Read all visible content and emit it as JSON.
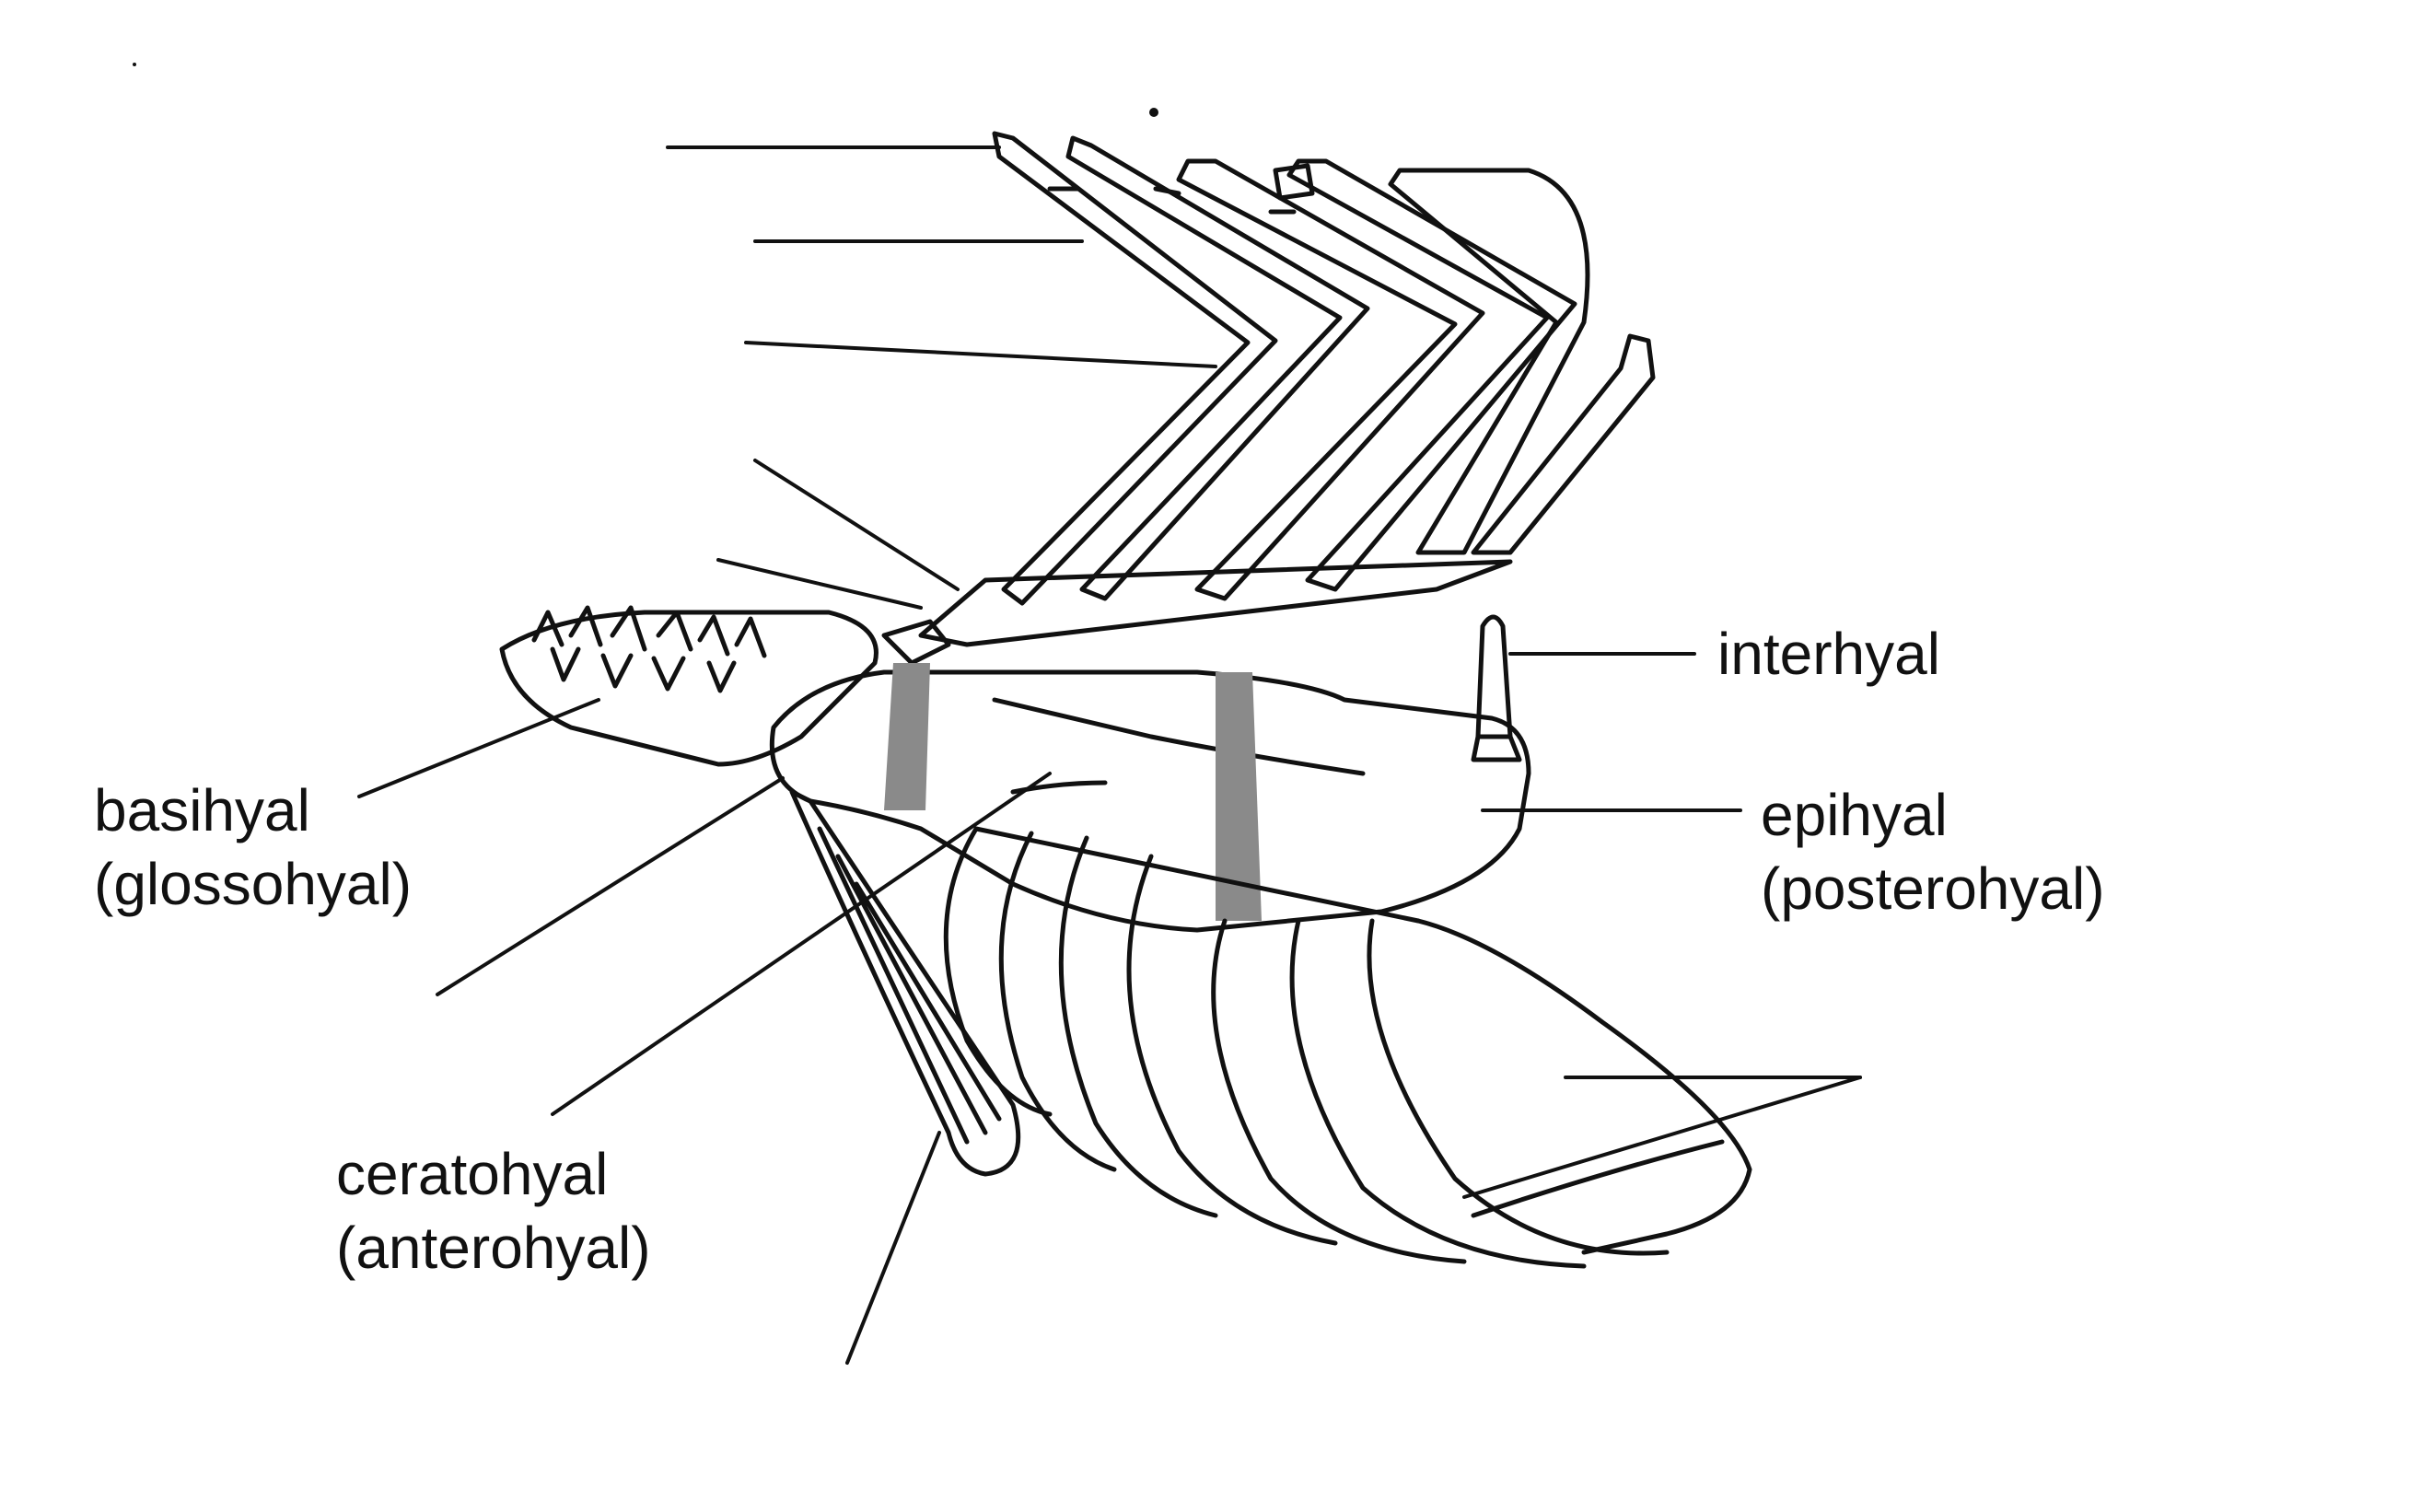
{
  "labels": {
    "interhyal": "interhyal",
    "epihyal": [
      "epihyal",
      "(posterohyal)"
    ],
    "basihyal": [
      "basihyal",
      "(glossohyal)"
    ],
    "ceratohyal": [
      "ceratohyal",
      "(anterohyal)"
    ]
  },
  "colors": {
    "ink": "#111111",
    "cartilage_band": "#8a8a8a",
    "background": "#ffffff"
  }
}
